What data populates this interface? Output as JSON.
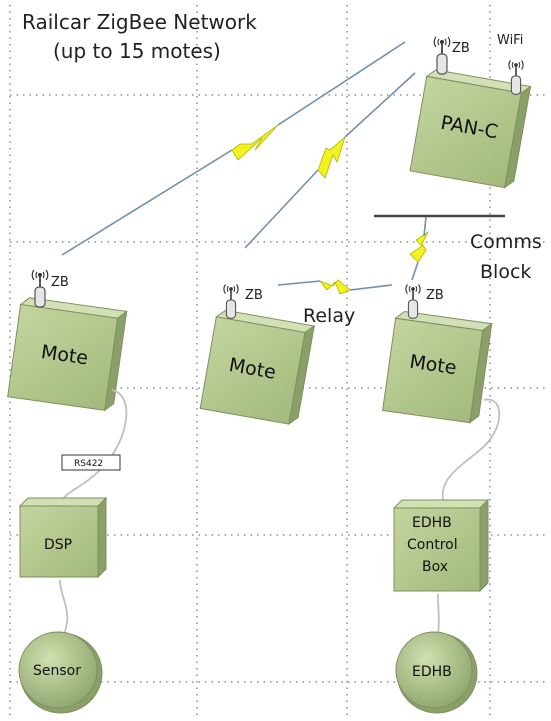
{
  "title_line1": "Railcar ZigBee Network",
  "title_line2": "(up to 15 motes)",
  "pan_c": {
    "label": "PAN-C",
    "zb_label": "ZB",
    "wifi_label": "WiFi"
  },
  "comms_block": {
    "line1": "Comms",
    "line2": "Block"
  },
  "relay_label": "Relay",
  "motes": [
    {
      "label": "Mote",
      "zb_label": "ZB"
    },
    {
      "label": "Mote",
      "zb_label": "ZB"
    },
    {
      "label": "Mote",
      "zb_label": "ZB"
    }
  ],
  "rs422_label": "RS422",
  "dsp_label": "DSP",
  "edhb_box": {
    "line1": "EDHB",
    "line2": "Control",
    "line3": "Box"
  },
  "sensor_label": "Sensor",
  "edhb_label": "EDHB",
  "colors": {
    "box_front": "#b5c98f",
    "box_top": "#d2e0b5",
    "box_side": "#8aa069",
    "radio_link": "#f2f21e",
    "beam": "#6e8fb0"
  }
}
